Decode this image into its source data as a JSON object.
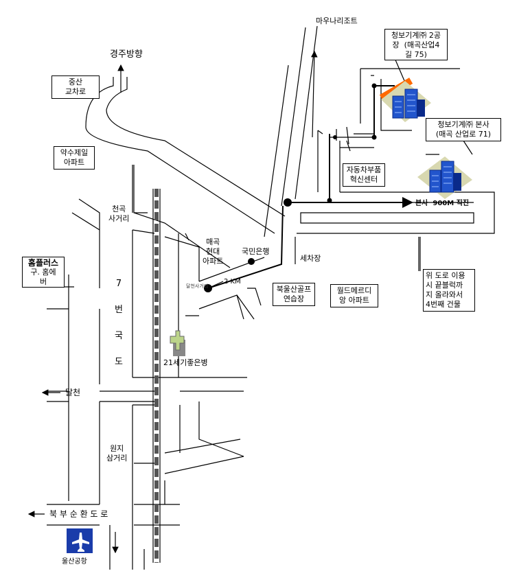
{
  "labels": {
    "mauna_resort": "마우나리조트",
    "gyeongju": "경주방향",
    "jungsan": "중산\n교차로",
    "yaksu": "약수제일\n아파트",
    "cheongok": "천곡\n사거리",
    "homeplus_title": "홈플러스",
    "homeplus_sub": "구. 홈에\n버",
    "route7": "7\n번\n국\n도",
    "dalcheon": "달천",
    "wonji": "원지\n삼거리",
    "north_ring": "북 부 순 환 도 로",
    "airport": "울산공항",
    "maegok_hyundai": "매곡\n현대\n아파트",
    "kookmin_bank": "국민은행",
    "two_km": "2 KM",
    "dalcheon_intersection": "달천사거리",
    "hospital": "21세기좋은병",
    "car_wash": "세차장",
    "golf": "북울산골프\n연습장",
    "world_meridian": "월드메르디\n앙 아파트",
    "auto_parts": "자동차부품\n혁신센터",
    "hq_direct": "본사  900M 직진",
    "factory2": "청보기계㈜ 2공\n장  (매곡산업4\n길 75)",
    "hq": "청보기계㈜ 본사\n(매곡 산업로 71)",
    "road_note": "위 도로 이용\n시 끝블럭까\n지 올라와서\n4번째 건물"
  },
  "colors": {
    "building_blue": "#2255cc",
    "building_dark": "#0a2a8a",
    "building_shadow": "#d8d8b0",
    "factory_marker": "#ff6a00",
    "railway": "#555555",
    "airport_bg": "#1a3caa",
    "hospital_green": "#bcd48a"
  },
  "icons": {
    "building": "office-building-icon",
    "airport": "airplane-icon",
    "hospital": "hospital-cross-icon"
  }
}
